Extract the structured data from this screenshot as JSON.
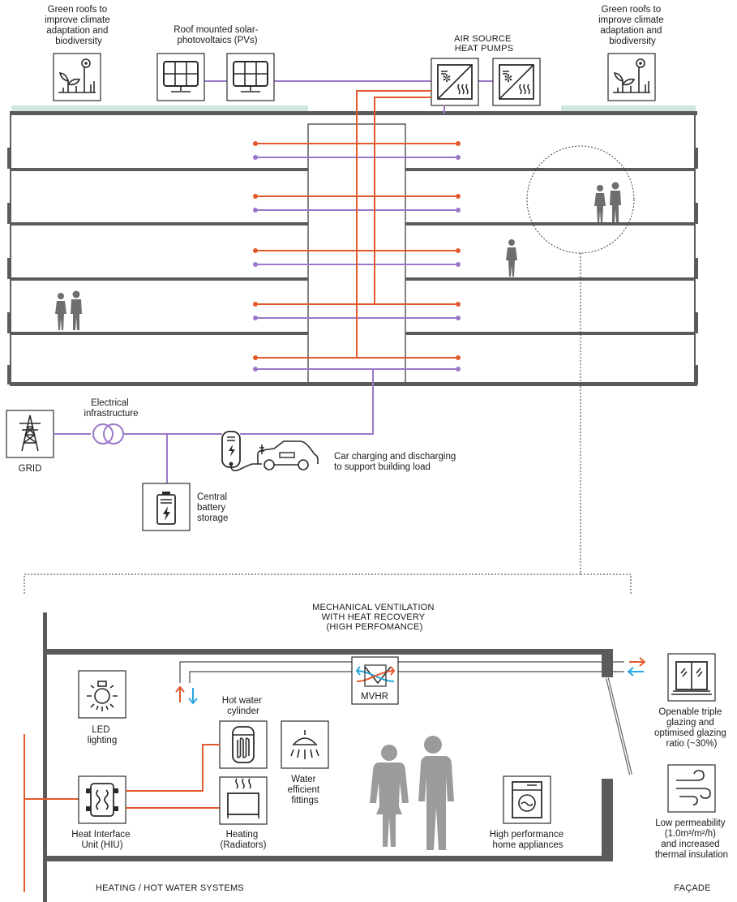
{
  "labels": {
    "green_roof_left": [
      "Green roofs to",
      "improve climate",
      "adaptation and",
      "biodiversity"
    ],
    "green_roof_right": [
      "Green roofs to",
      "improve climate",
      "adaptation and",
      "biodiversity"
    ],
    "solar_pv": [
      "Roof mounted solar-",
      "photovoltaics (PVs)"
    ],
    "heat_pumps": [
      "AIR SOURCE",
      "HEAT PUMPS"
    ],
    "grid": "GRID",
    "electrical_infrastructure": [
      "Electrical",
      "infrastructure"
    ],
    "car_charging": [
      "Car charging and discharging",
      "to support building load"
    ],
    "battery": [
      "Central",
      "battery",
      "storage"
    ],
    "mvhr_title": [
      "MECHANICAL VENTILATION",
      "WITH HEAT RECOVERY",
      "(HIGH PERFOMANCE)"
    ],
    "mvhr": "MVHR",
    "led": [
      "LED",
      "lighting"
    ],
    "hot_water_cylinder": [
      "Hot water",
      "cylinder"
    ],
    "water_fittings": [
      "Water",
      "efficient",
      "fittings"
    ],
    "hiu": [
      "Heat Interface",
      "Unit (HIU)"
    ],
    "heating": [
      "Heating",
      "(Radiators)"
    ],
    "appliances": [
      "High performance",
      "home appliances"
    ],
    "glazing": [
      "Openable triple",
      "glazing and",
      "optimised glazing",
      "ratio (~30%)"
    ],
    "permeability": [
      "Low permeability",
      "(1.0m³/m²/h)",
      "and increased",
      "thermal insulation"
    ],
    "heating_systems": "HEATING / HOT WATER SYSTEMS",
    "facade": "FAÇADE"
  },
  "colors": {
    "power_line": "#9a78c8",
    "heat_pipe": "#e2592b",
    "cold_air": "#2aa6e0",
    "green_roof": "#cfe6dc",
    "structure": "#5b5b5b"
  },
  "icons": [
    "green-roof-icon",
    "solar-panel-icon",
    "heat-pump-icon",
    "pylon-icon",
    "transformer-icon",
    "ev-charger-icon",
    "car-icon",
    "battery-icon",
    "mvhr-icon",
    "bulb-icon",
    "cylinder-icon",
    "shower-icon",
    "hiu-icon",
    "radiator-icon",
    "washing-machine-icon",
    "window-icon",
    "wind-icon"
  ]
}
